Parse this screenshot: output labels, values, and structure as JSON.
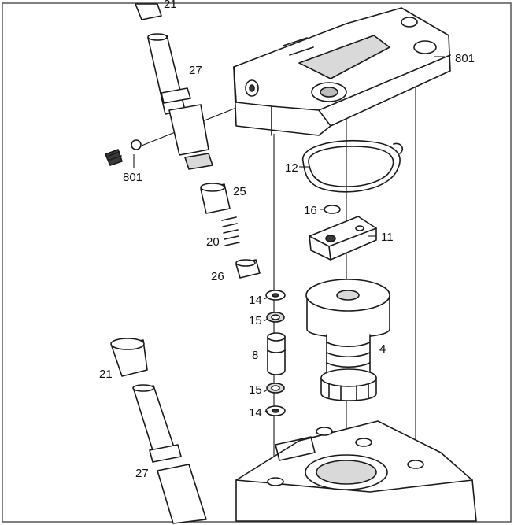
{
  "labels": {
    "l801_top": "801",
    "l21_top": "21",
    "l27_top": "27",
    "l801_left": "801",
    "l12": "12",
    "l25_top": "25",
    "l16": "16",
    "l20": "20",
    "l11": "11",
    "l26": "26",
    "l14_top": "14",
    "l15_top": "15",
    "l8": "8",
    "l4": "4",
    "l21_bottom": "21",
    "l15_bottom": "15",
    "l14_bottom": "14",
    "l27_bottom": "27"
  },
  "colors": {
    "line": "#1a1a1a",
    "frame": "#555555",
    "background": "#ffffff"
  }
}
